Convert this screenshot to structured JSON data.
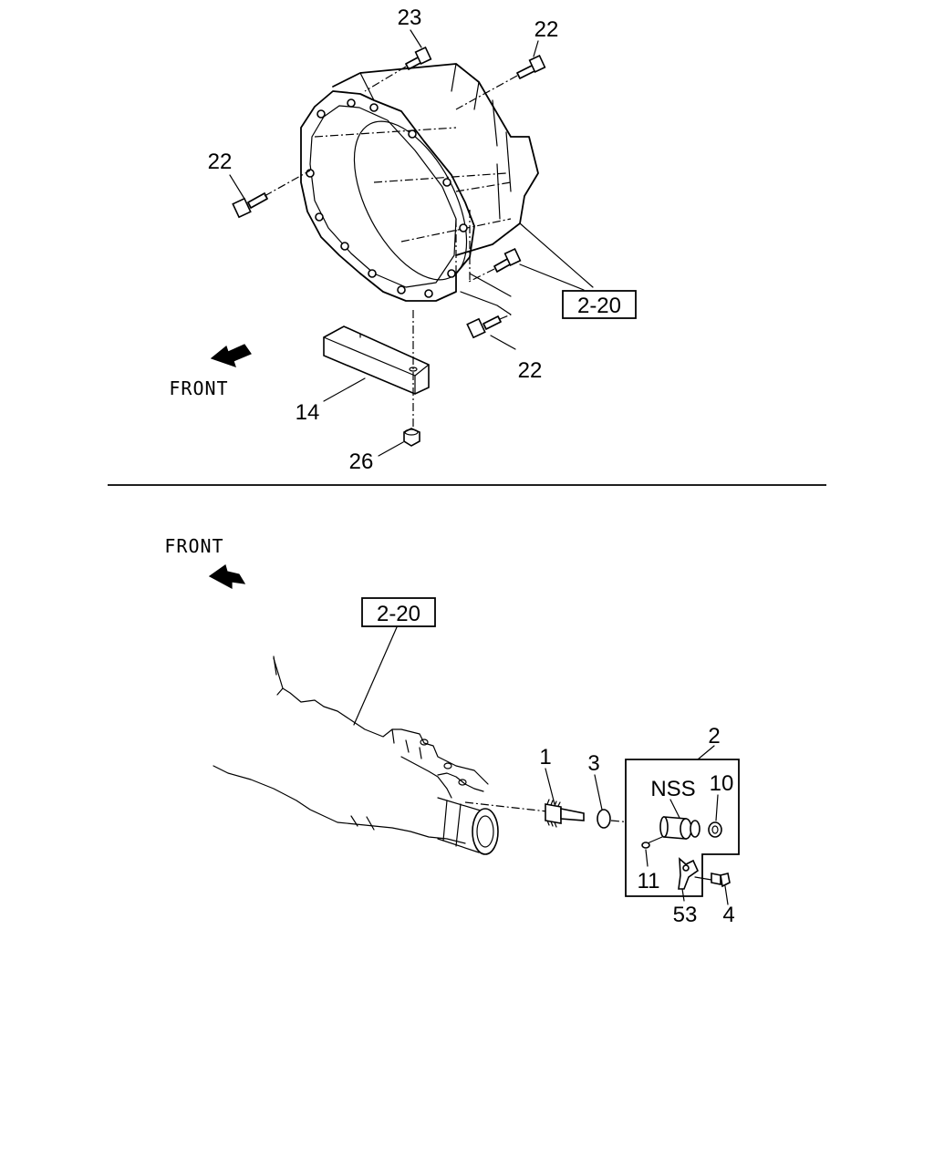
{
  "top_section": {
    "callouts": {
      "c23": "23",
      "c22_top": "22",
      "c22_left": "22",
      "c22_bottom": "22",
      "c14": "14",
      "c26": "26"
    },
    "ref_box": "2-20",
    "front": "FRONT"
  },
  "bottom_section": {
    "front": "FRONT",
    "ref_box": "2-20",
    "callouts": {
      "c1": "1",
      "c2": "2",
      "c3": "3",
      "c4": "4",
      "c10": "10",
      "c11": "11",
      "c53": "53",
      "nss": "NSS"
    }
  },
  "icons": {
    "front_arrow": "front-arrow-icon",
    "bolt": "bolt-icon",
    "nut": "nut-icon"
  },
  "colors": {
    "line": "#000000",
    "background": "#ffffff"
  }
}
